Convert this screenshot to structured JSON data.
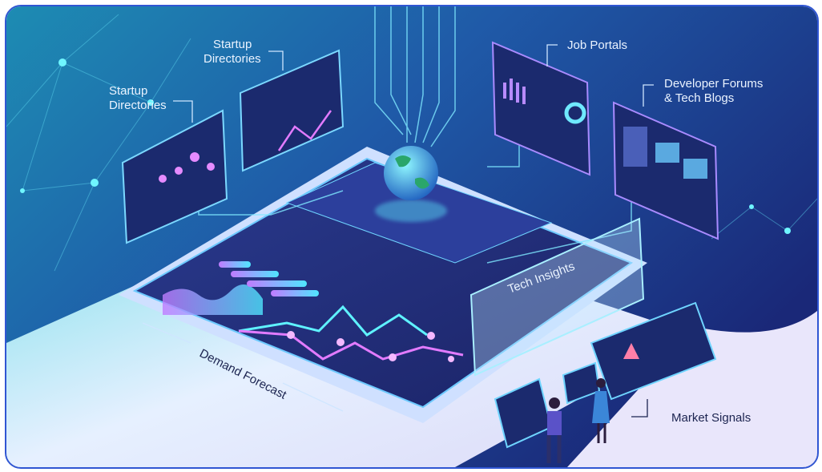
{
  "labels": {
    "startup_directories_top": [
      "Startup",
      "Directories"
    ],
    "startup_directories_left": [
      "Startup",
      "Directories"
    ],
    "job_portals": "Job Portals",
    "developer_forums": [
      "Developer Forums",
      "& Tech Blogs"
    ],
    "tech_insights": "Tech Insights",
    "demand_forecast": "Demand Forecast",
    "market_signals": "Market Signals"
  },
  "colors": {
    "frame_border": "#3056d3",
    "bg_teal": "#1d8cb3",
    "bg_navy": "#1a2878",
    "glow_cyan": "#5ff2ff",
    "glow_pink": "#e27bff",
    "platform_dark": "#1f2a6b",
    "floor_light": "#dfe8ff"
  },
  "icons": [
    "globe-icon",
    "bar-chart-icon",
    "line-chart-icon",
    "donut-chart-icon",
    "warning-icon"
  ]
}
